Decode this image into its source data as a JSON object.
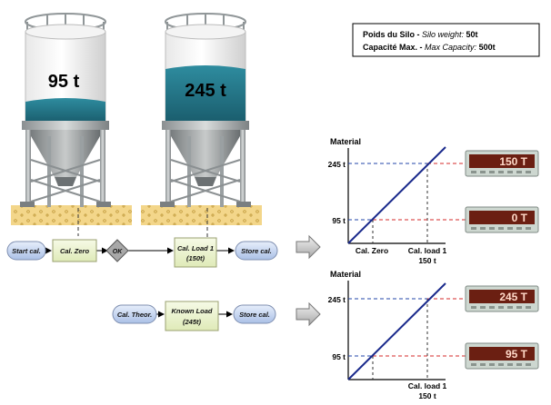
{
  "info_box": {
    "line1_fr": "Poids du Silo -",
    "line1_en": " Silo weight:",
    "line1_value": " 50t",
    "line2_fr": "Capacité Max. -",
    "line2_en": " Max Capacity:",
    "line2_value": " 500t"
  },
  "silos": [
    {
      "label": "95 t",
      "fill_fraction": 0.19
    },
    {
      "label": "245 t",
      "fill_fraction": 0.49
    }
  ],
  "flow1": {
    "start": "Start cal.",
    "zero": "Cal. Zero",
    "ok": "OK",
    "load_line1": "Cal. Load 1",
    "load_line2": "(150t)",
    "store": "Store cal."
  },
  "flow2": {
    "theor": "Cal. Theor.",
    "known_line1": "Known Load",
    "known_line2": "(245t)",
    "store": "Store cal."
  },
  "charts": [
    {
      "ylabel": "Material",
      "y_ticks": [
        "245 t",
        "95 t"
      ],
      "x_ticks": [
        {
          "line1": "Cal. Zero",
          "line2": ""
        },
        {
          "line1": "Cal. load 1",
          "line2": "150 t"
        }
      ]
    },
    {
      "ylabel": "Material",
      "y_ticks": [
        "245 t",
        "95 t"
      ],
      "x_ticks": [
        {
          "line1": "Cal. load 1",
          "line2": "150 t"
        }
      ]
    }
  ],
  "chart_data": [
    {
      "type": "line",
      "ylabel": "Material",
      "x": [
        "Cal. Zero",
        "Cal. load 1 150 t"
      ],
      "series": [
        {
          "values": [
            95,
            245
          ]
        }
      ]
    },
    {
      "type": "line",
      "ylabel": "Material",
      "x": [
        "Cal. load 1 150 t"
      ],
      "series": [
        {
          "values": [
            245
          ]
        }
      ],
      "reference_y": 95
    }
  ],
  "displays": [
    "150 T",
    "0 T",
    "245 T",
    "95 T"
  ],
  "colors": {
    "silo_fill": "#1f6b7d",
    "box_green": "#eef5d2",
    "box_blue": "#c9d8f0",
    "line_blue": "#1a2a8c",
    "dash_red": "#d42a2a",
    "dash_blue": "#2244aa",
    "display_bg": "#6b1f12"
  }
}
